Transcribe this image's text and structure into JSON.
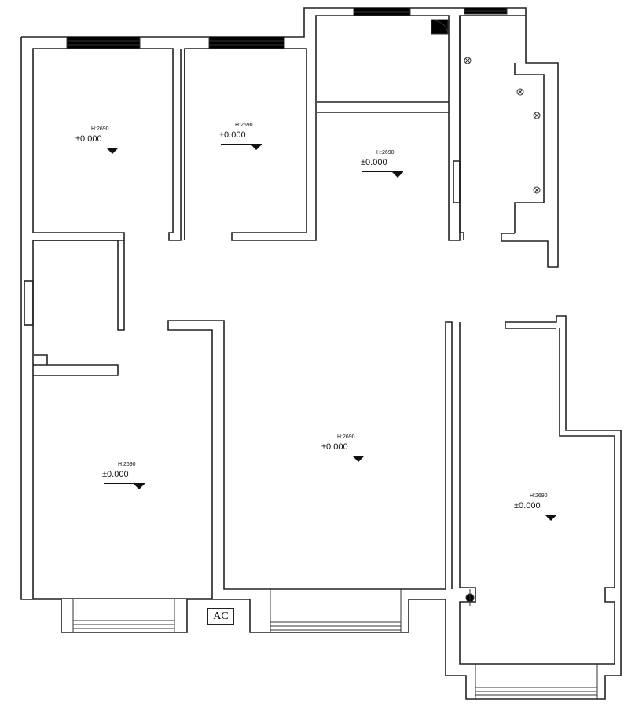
{
  "rooms": [
    {
      "height": "H:2690",
      "level": "±0.000"
    },
    {
      "height": "H:2690",
      "level": "±0.000"
    },
    {
      "height": "H:2690",
      "level": "±0.000"
    },
    {
      "height": "H:2690",
      "level": "±0.000"
    },
    {
      "height": "H:2690",
      "level": "±0.000"
    },
    {
      "height": "H:2690",
      "level": "±0.000"
    }
  ],
  "ac_label": "AC"
}
